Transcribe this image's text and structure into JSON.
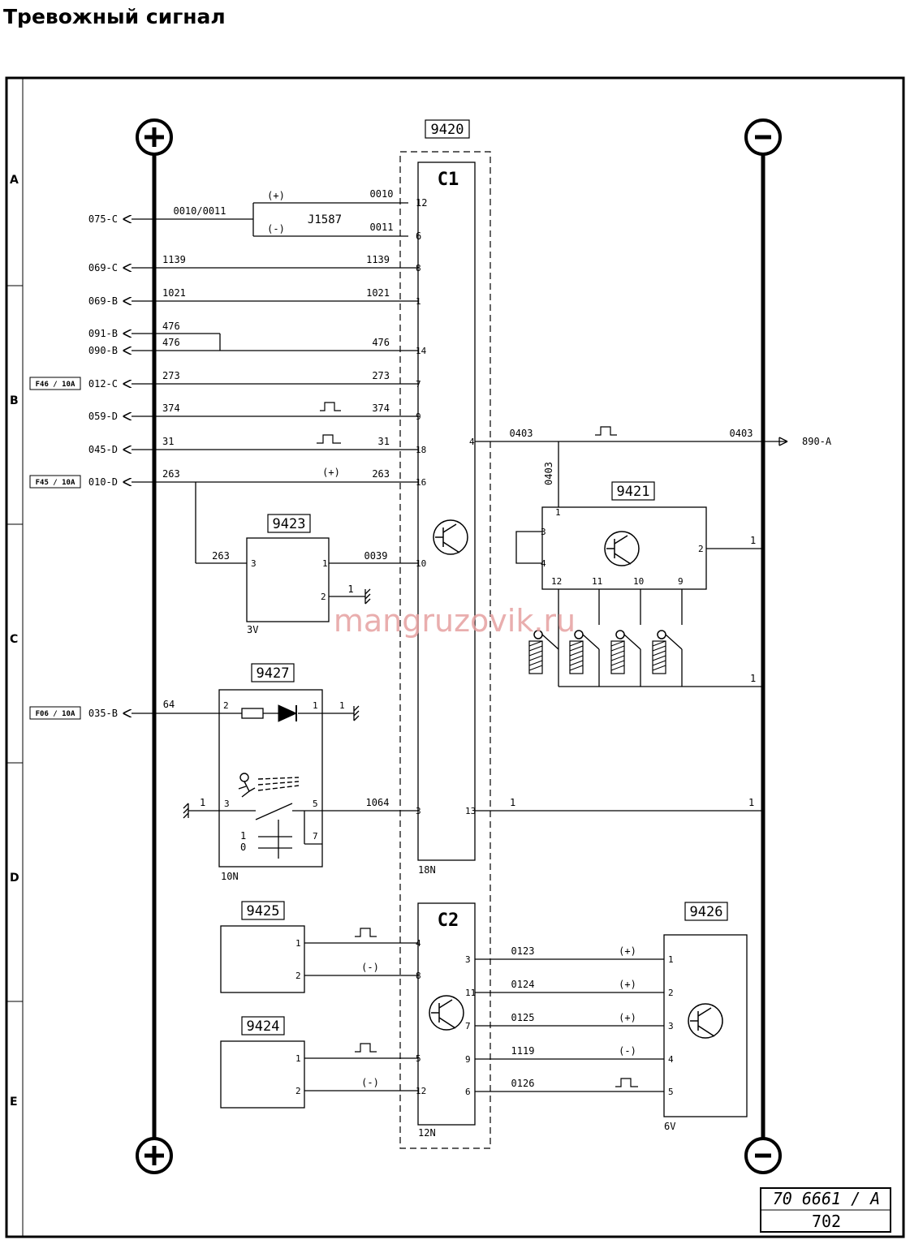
{
  "title": "Тревожный сигнал",
  "zones": [
    "A",
    "B",
    "C",
    "D",
    "E"
  ],
  "rails": {
    "positive": "+",
    "negative": "−"
  },
  "watermark": "mangruzovik.ru",
  "reference": {
    "code": "70 6661 / A",
    "page": "702"
  },
  "connectors": {
    "c1": {
      "box": "9420",
      "name": "C1",
      "pins_count": "18N"
    },
    "c2": {
      "name": "C2",
      "pins_count": "12N"
    }
  },
  "components": {
    "j1587": "J1587",
    "c9421": "9421",
    "c9423": "9423",
    "c9423_voltage": "3V",
    "c9427": "9427",
    "c9427_pins": "10N",
    "c9425": "9425",
    "c9424": "9424",
    "c9426": "9426",
    "c9426_pins": "6V"
  },
  "fuses": {
    "f46": "F46 / 10A",
    "f45": "F45 / 10A",
    "f06": "F06 / 10A"
  },
  "wires_left": [
    {
      "dest": "075-C",
      "wire": "0010/0011"
    },
    {
      "dest": "069-C",
      "wire": "1139",
      "wire_right": "1139",
      "pin": "8"
    },
    {
      "dest": "069-B",
      "wire": "1021",
      "wire_right": "1021",
      "pin": "1"
    },
    {
      "dest": "091-B",
      "wire": "476"
    },
    {
      "dest": "090-B",
      "wire": "476",
      "wire_right": "476",
      "pin": "14"
    },
    {
      "dest": "012-C",
      "wire": "273",
      "wire_right": "273",
      "pin": "7"
    },
    {
      "dest": "059-D",
      "wire": "374",
      "wire_right": "374",
      "pin": "9"
    },
    {
      "dest": "045-D",
      "wire": "31",
      "wire_right": "31",
      "pin": "18"
    },
    {
      "dest": "010-D",
      "wire": "263",
      "wire_right": "263",
      "pin": "16",
      "mark": "(+)"
    },
    {
      "dest": "035-B",
      "wire": "64"
    }
  ],
  "j1587_wires": {
    "pos": "(+)",
    "neg": "(-)",
    "w_pos": "0010",
    "w_neg": "0011",
    "pin_pos": "12",
    "pin_neg": "6"
  },
  "c9423_wiring": {
    "in_wire": "263",
    "pin_in": "3",
    "pin_out": "1",
    "pin_gnd": "2",
    "gnd_wire": "1",
    "out_wire": "0039",
    "c1_pin": "10"
  },
  "c9427_wiring": {
    "pin_a": "2",
    "pin_b": "1",
    "pin_c": "3",
    "pin_d": "5",
    "pin_e": "7",
    "led_gnd": "1",
    "sw_gnd": "1",
    "out_wire": "1064",
    "c1_pin": "3",
    "pos_1": "1",
    "pos_0": "0"
  },
  "c1_right": {
    "pin_4": "4",
    "wire_0403": "0403",
    "wire_0403b": "0403",
    "dest": "890-A",
    "pin_13": "13",
    "w13": "1",
    "w13b": "1"
  },
  "c9421_wiring": {
    "pin_1": "1",
    "pin_3": "3",
    "pin_4": "4",
    "pin_2": "2",
    "pins_bottom": [
      "12",
      "11",
      "10",
      "9"
    ],
    "w2": "1",
    "w_sw": "1",
    "vert_wire": "0403"
  },
  "c2_left": [
    {
      "comp": "9425",
      "pin": "1",
      "c2": "4",
      "mark": "pulse"
    },
    {
      "comp": "9425",
      "pin": "2",
      "c2": "8",
      "mark": "(-)"
    },
    {
      "comp": "9424",
      "pin": "1",
      "c2": "5",
      "mark": "pulse"
    },
    {
      "comp": "9424",
      "pin": "2",
      "c2": "12",
      "mark": "(-)"
    }
  ],
  "c2_right": [
    {
      "c2": "3",
      "wire": "0123",
      "mark": "(+)",
      "pin": "1"
    },
    {
      "c2": "11",
      "wire": "0124",
      "mark": "(+)",
      "pin": "2"
    },
    {
      "c2": "7",
      "wire": "0125",
      "mark": "(+)",
      "pin": "3"
    },
    {
      "c2": "9",
      "wire": "1119",
      "mark": "(-)",
      "pin": "4"
    },
    {
      "c2": "6",
      "wire": "0126",
      "mark": "pulse",
      "pin": "5"
    }
  ]
}
